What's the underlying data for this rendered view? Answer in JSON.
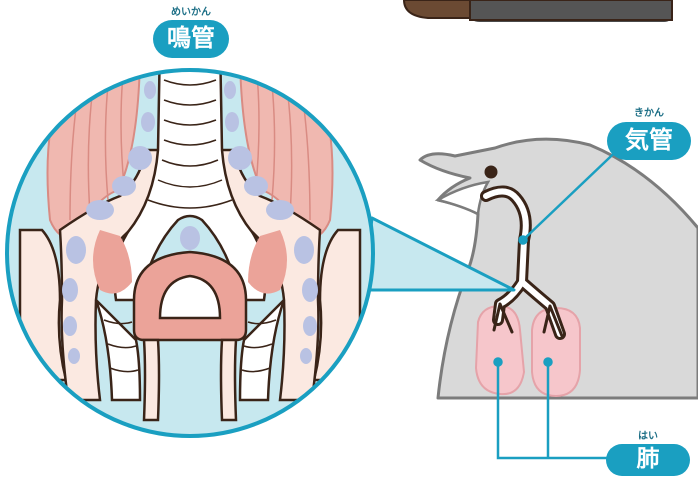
{
  "labels": {
    "syrinx": {
      "text": "鳴管",
      "reading": "めいかん"
    },
    "trachea": {
      "text": "気管",
      "reading": "きかん"
    },
    "lungs": {
      "text": "肺",
      "reading": "はい"
    }
  },
  "colors": {
    "label_bg": "#1a9fc1",
    "circle_bg": "#c7e8ef",
    "circle_border": "#1a9fc1",
    "outline": "#3a2418",
    "muscle": "#f0b8b0",
    "muscle_stroke": "#d98b83",
    "cartilage": "#f4c9c2",
    "bone_blue": "#b9c2e3",
    "skin": "#fbe9e1",
    "penguin_gray": "#d8d8d8",
    "penguin_outline": "#7c7c7c",
    "lung": "#f6c8cc"
  }
}
